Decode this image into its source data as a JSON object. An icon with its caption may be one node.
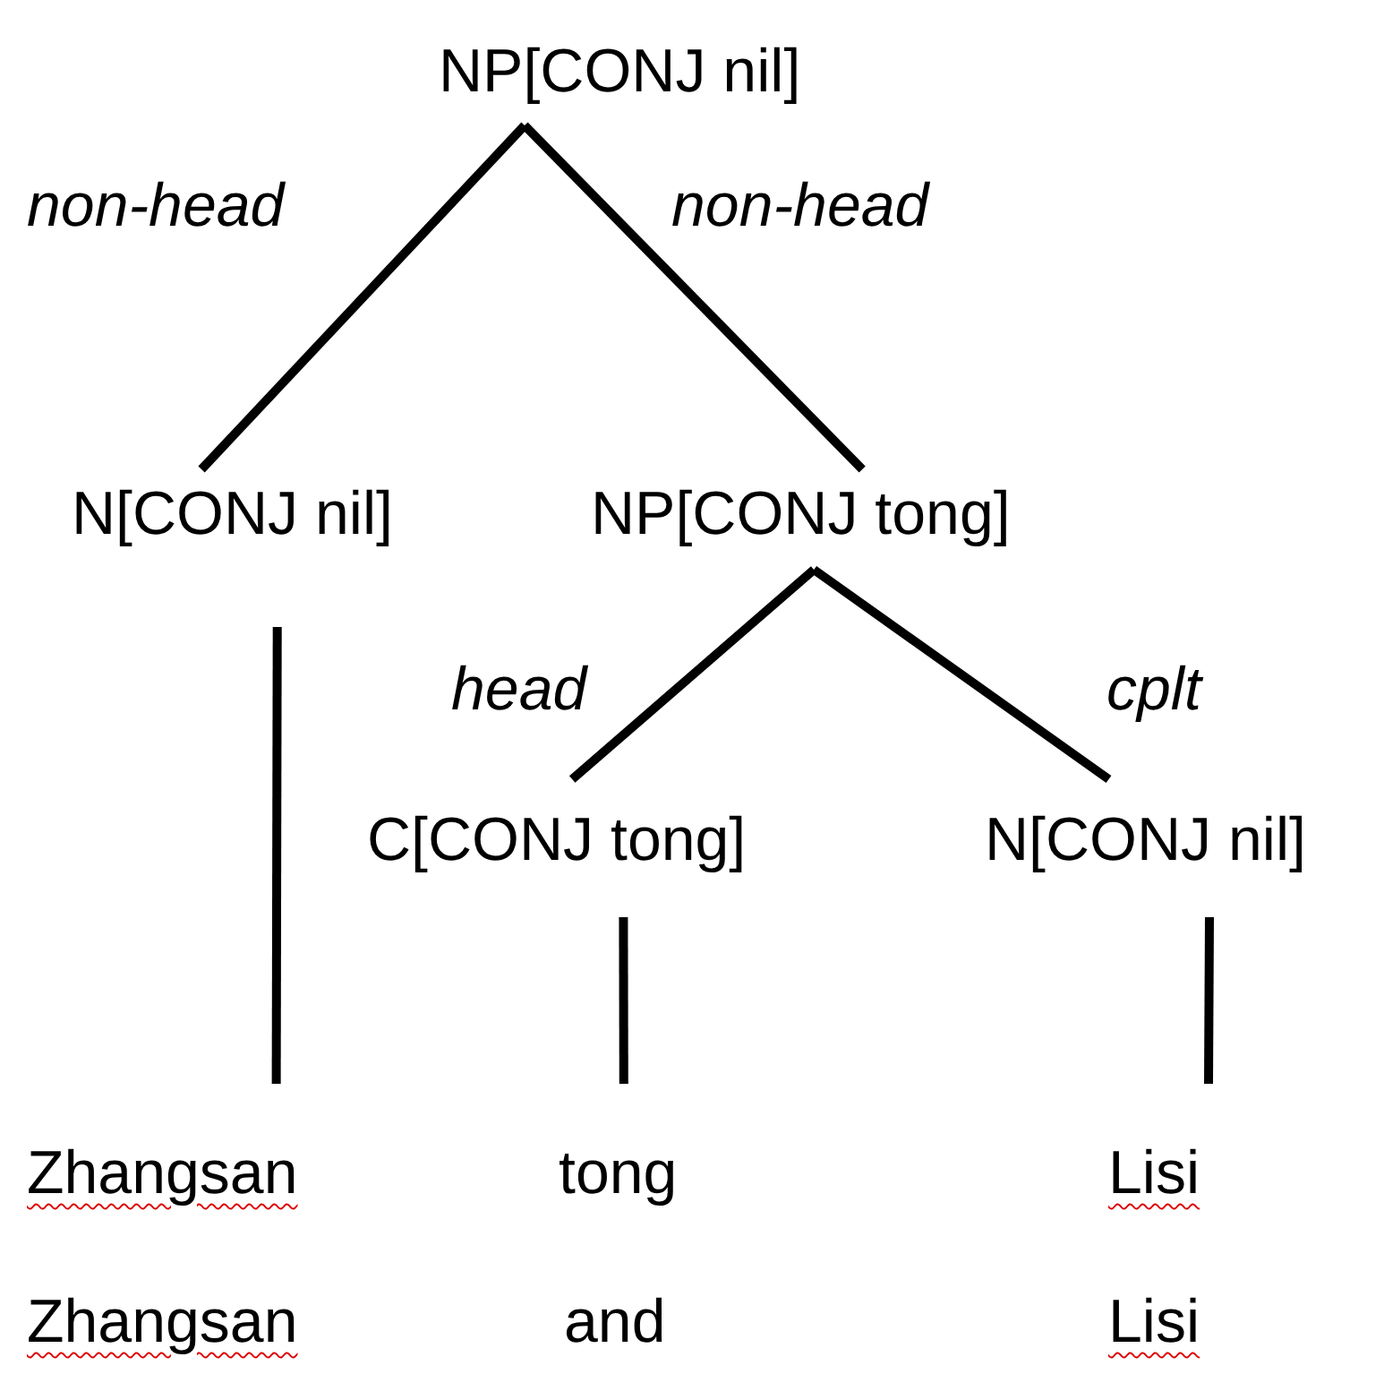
{
  "diagram": {
    "nodes": [
      {
        "text": [
          "NP[CONJ nil]"
        ]
      },
      {
        "text": [
          "N[CONJ nil]"
        ]
      },
      {
        "text": [
          "NP[CONJ tong]"
        ]
      },
      {
        "text": [
          "C[CONJ tong]"
        ]
      },
      {
        "text": [
          "N[CONJ nil]"
        ]
      },
      {
        "text": [
          "Zhangsan"
        ]
      },
      {
        "text": [
          "tong"
        ]
      },
      {
        "text": [
          "Lisi"
        ]
      }
    ],
    "edges": [
      {
        "from": 0,
        "to": 1,
        "arrow": "none",
        "label": "non-head"
      },
      {
        "from": 0,
        "to": 2,
        "arrow": "none",
        "label": "non-head"
      },
      {
        "from": 2,
        "to": 3,
        "arrow": "none",
        "label": "head"
      },
      {
        "from": 2,
        "to": 4,
        "arrow": "none",
        "label": "cplt"
      },
      {
        "from": 1,
        "to": 5,
        "arrow": "none"
      },
      {
        "from": 3,
        "to": 6,
        "arrow": "none"
      },
      {
        "from": 4,
        "to": 7,
        "arrow": "none"
      }
    ],
    "labels": [
      "Zhangsan",
      "and",
      "Lisi"
    ]
  }
}
